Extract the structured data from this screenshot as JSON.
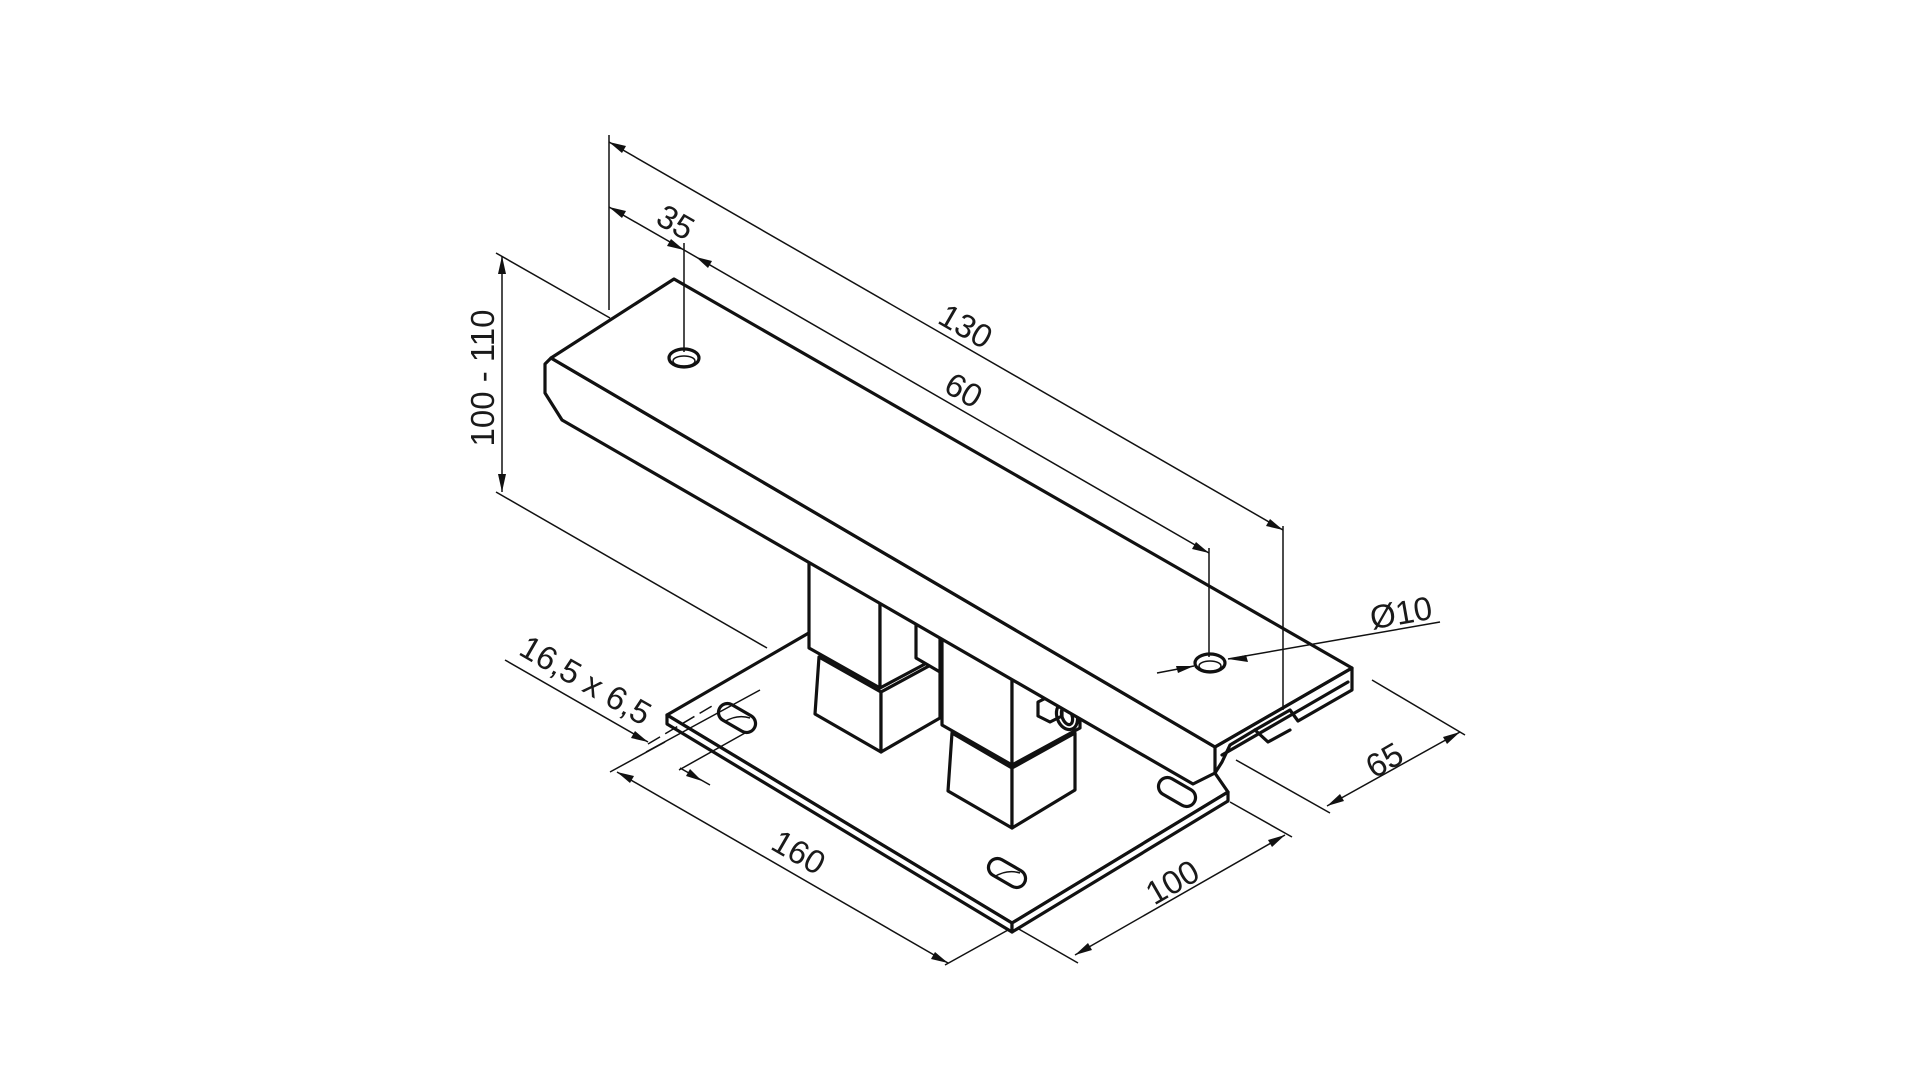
{
  "drawing": {
    "title": "Adjustable post base with C-channel support bracket",
    "line_color": "#111111",
    "background": "#ffffff"
  },
  "dimensions": {
    "height_range": "100 - 110",
    "overall_length": "130",
    "hole_offset": "35",
    "hole_spacing": "60",
    "hole_diameter": "Ø10",
    "channel_width": "65",
    "slot_size": "16,5 x 6,5",
    "base_length": "160",
    "base_width": "100"
  },
  "components": [
    {
      "name": "top-channel-plate",
      "holes": 2
    },
    {
      "name": "adjustable-post",
      "count": 2
    },
    {
      "name": "lock-nut",
      "count": 1
    },
    {
      "name": "base-plate",
      "slots": 4
    }
  ]
}
